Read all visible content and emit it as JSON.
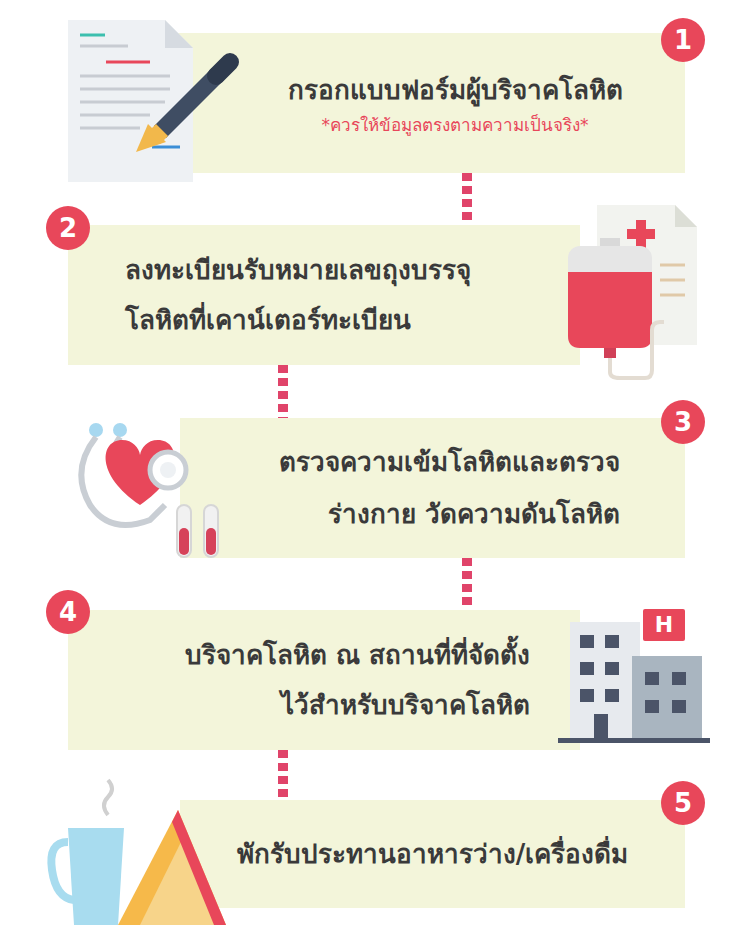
{
  "diagram": {
    "nodes": [
      {
        "text": [
          "กรอกแบบฟอร์มผู้บริจาคโลหิต",
          "*ควรให้ข้อมูลตรงตามความเป็นจริง*"
        ]
      },
      {
        "text": [
          "ลงทะเบียนรับหมายเลขถุงบรรจุ โลหิตที่เคาน์เตอร์ทะเบียน"
        ]
      },
      {
        "text": [
          "ตรวจความเข้มโลหิตและตรวจ ร่างกาย วัดความดันโลหิต"
        ]
      },
      {
        "text": [
          "บริจาคโลหิต ณ สถานที่ที่จัดตั้ง ไว้สำหรับบริจาคโลหิต"
        ]
      },
      {
        "text": [
          "พักรับประทานอาหารว่าง/เครื่องดื่ม"
        ]
      }
    ],
    "edges": [
      {
        "from": 0,
        "to": 1,
        "arrow": "none"
      },
      {
        "from": 1,
        "to": 2,
        "arrow": "none"
      },
      {
        "from": 2,
        "to": 3,
        "arrow": "none"
      },
      {
        "from": 3,
        "to": 4,
        "arrow": "none"
      }
    ],
    "labels": [
      "1",
      "2",
      "3",
      "4",
      "H",
      "5"
    ]
  }
}
